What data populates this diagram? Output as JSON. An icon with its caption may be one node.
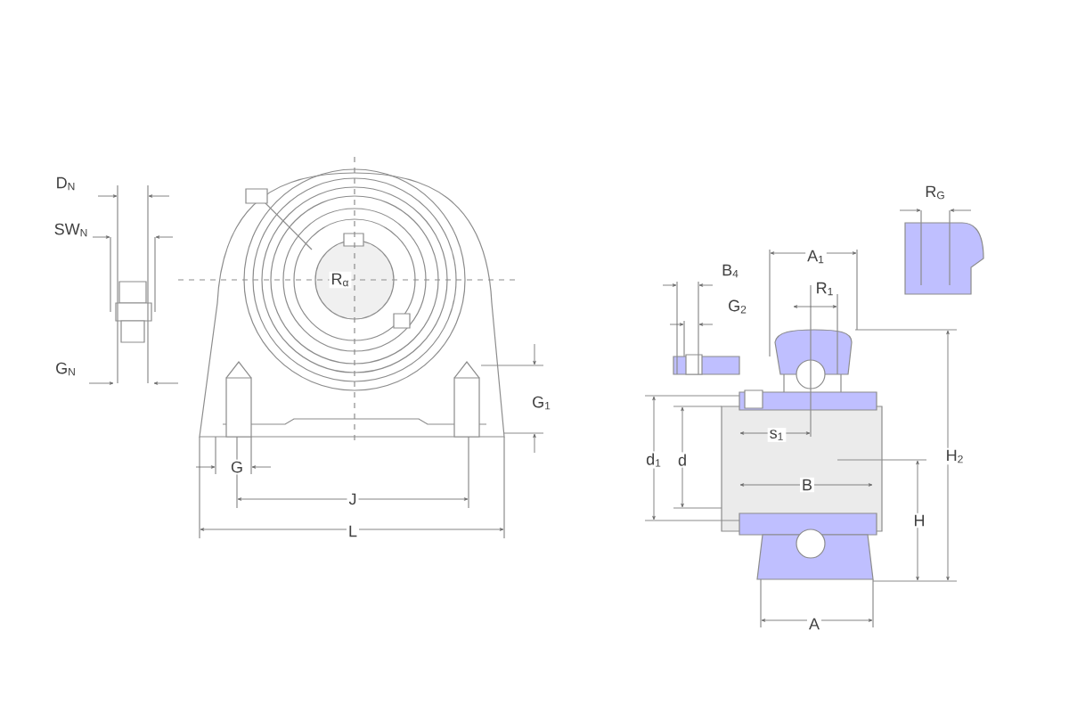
{
  "diagram": {
    "labels": [
      "D$_{N}$",
      "SW$_{N}$",
      "G$_{N}$",
      "R$_{α}$",
      "G$_{1}$",
      "G",
      "J",
      "L",
      "B$_{4}$",
      "G$_{2}$",
      "A$_{1}$",
      "R$_{1}$",
      "R$_{G}$",
      "s$_{1}$",
      "d$_{1}$",
      "d",
      "B",
      "H$_{2}$",
      "H",
      "A"
    ]
  }
}
